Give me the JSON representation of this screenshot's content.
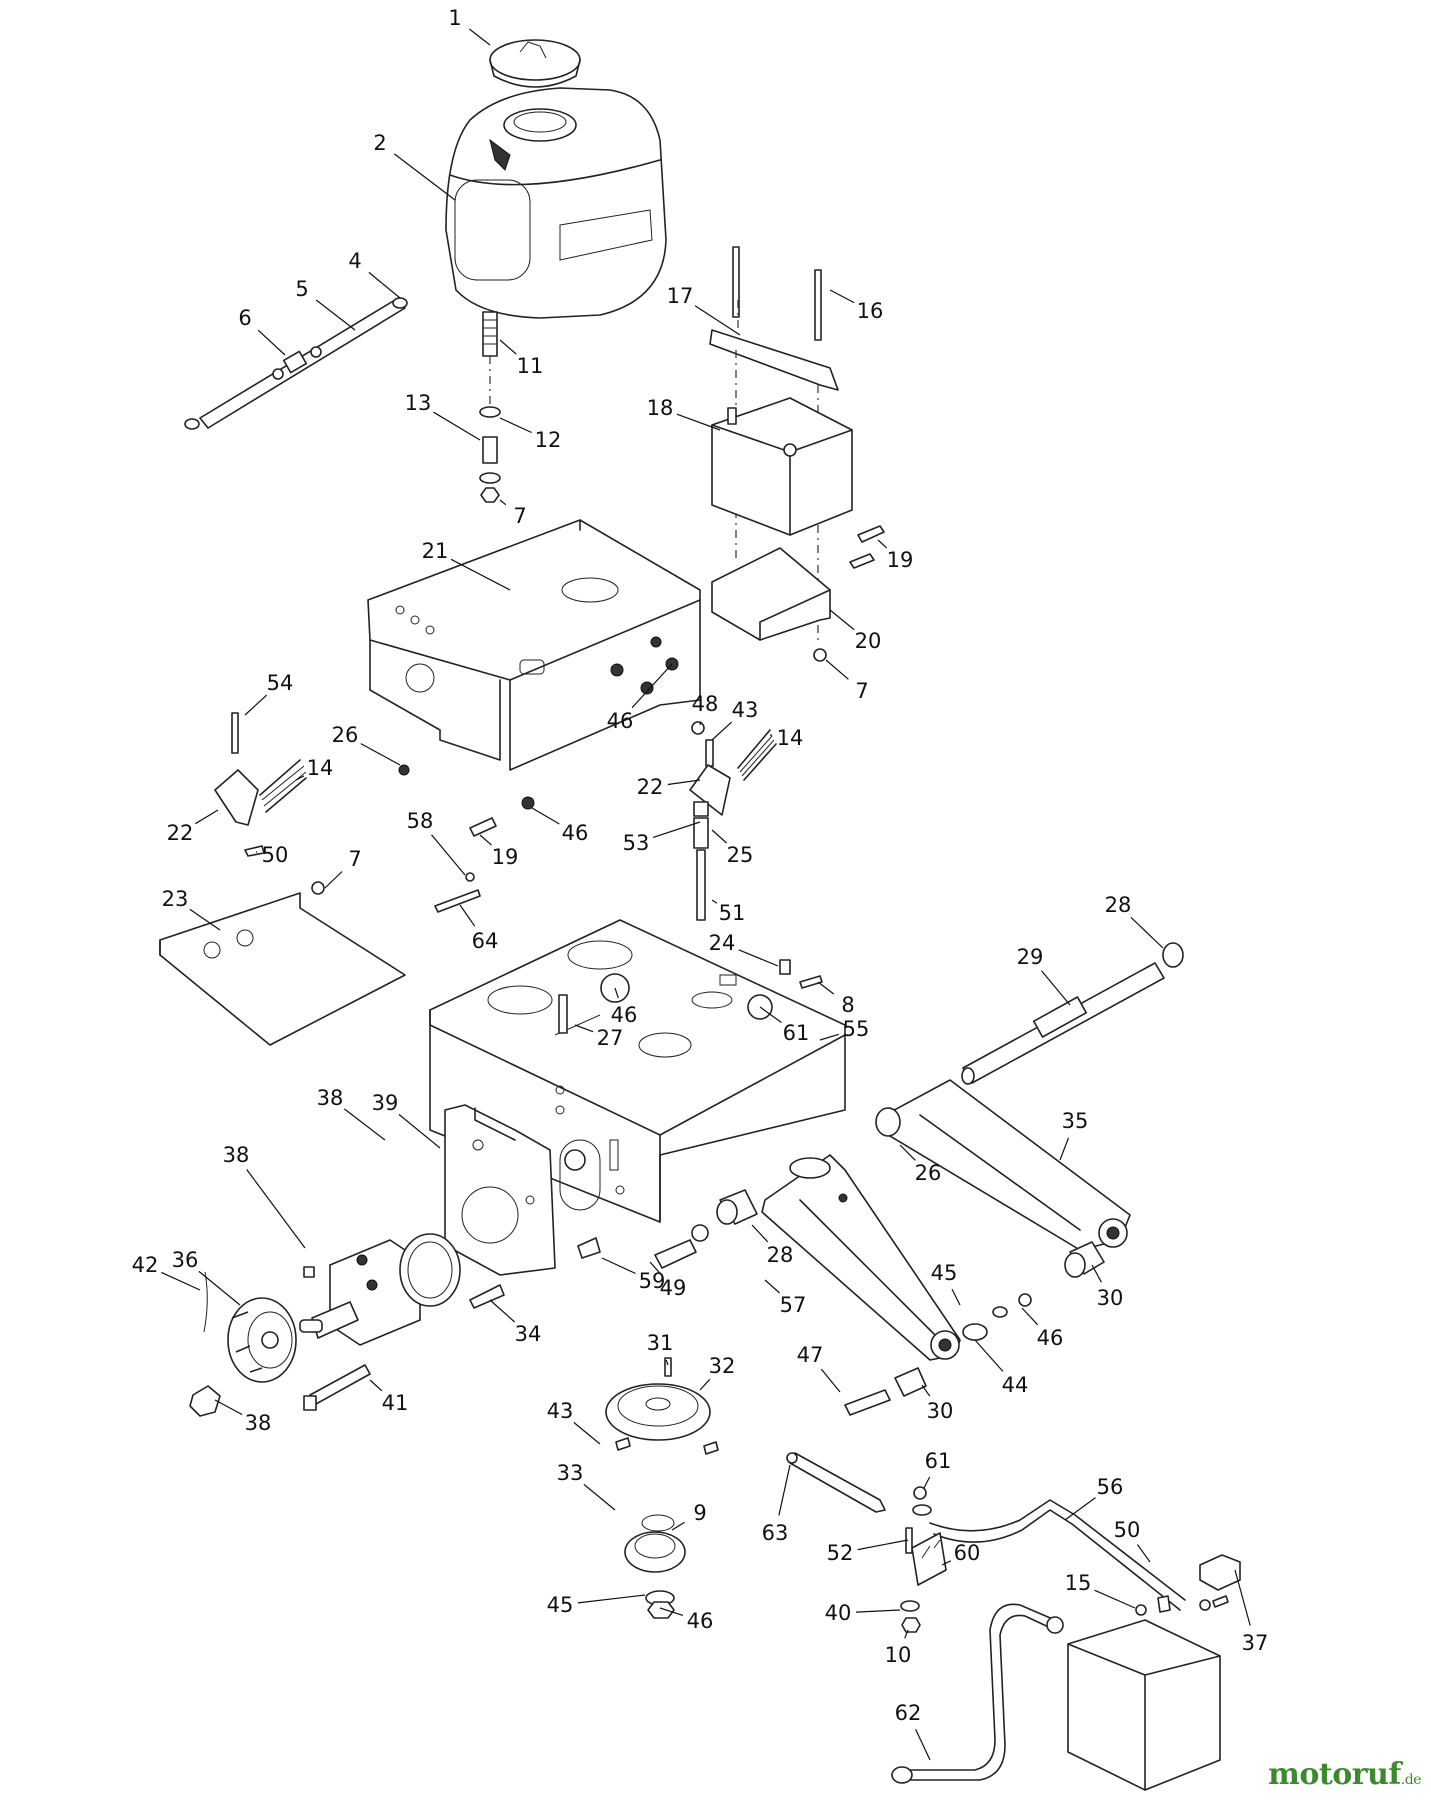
{
  "watermark": {
    "brand": "motoruf",
    "suffix": ".de",
    "color": "#3b8a2e"
  },
  "labels": [
    "1",
    "2",
    "4",
    "5",
    "6",
    "11",
    "12",
    "13",
    "7",
    "16",
    "17",
    "18",
    "19",
    "21",
    "20",
    "7",
    "54",
    "26",
    "48",
    "43",
    "14",
    "22",
    "46",
    "14",
    "22",
    "19",
    "46",
    "53",
    "25",
    "51",
    "50",
    "58",
    "23",
    "7",
    "64",
    "24",
    "8",
    "28",
    "29",
    "46",
    "61",
    "27",
    "55",
    "39",
    "35",
    "26",
    "38",
    "38",
    "42",
    "36",
    "59",
    "49",
    "28",
    "57",
    "34",
    "45",
    "46",
    "30",
    "44",
    "31",
    "32",
    "47",
    "30",
    "38",
    "41",
    "43",
    "33",
    "9",
    "61",
    "56",
    "63",
    "52",
    "60",
    "50",
    "45",
    "46",
    "40",
    "15",
    "10",
    "62",
    "37"
  ]
}
